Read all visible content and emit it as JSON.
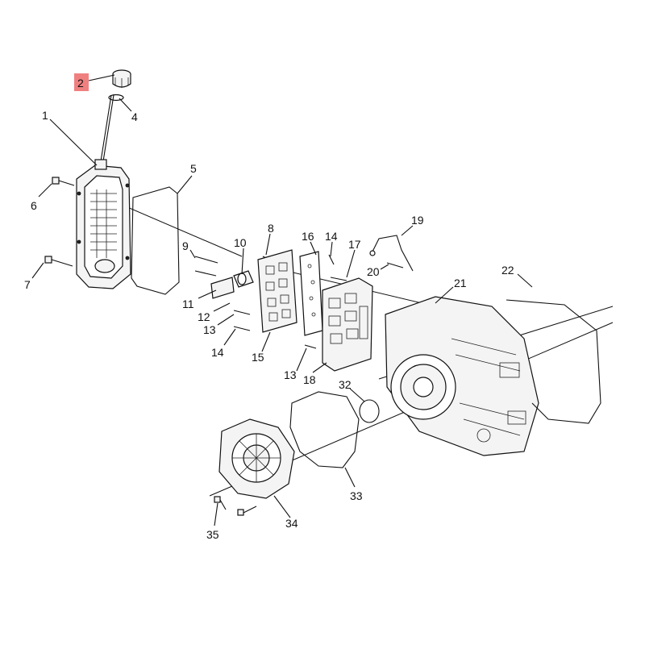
{
  "highlight_color": "#f08080",
  "callouts": [
    {
      "id": "c1",
      "label": "1"
    },
    {
      "id": "c2",
      "label": "2"
    },
    {
      "id": "c4",
      "label": "4"
    },
    {
      "id": "c5",
      "label": "5"
    },
    {
      "id": "c6",
      "label": "6"
    },
    {
      "id": "c7",
      "label": "7"
    },
    {
      "id": "c8",
      "label": "8"
    },
    {
      "id": "c9",
      "label": "9"
    },
    {
      "id": "c10",
      "label": "10"
    },
    {
      "id": "c11",
      "label": "11"
    },
    {
      "id": "c12",
      "label": "12"
    },
    {
      "id": "c13a",
      "label": "13"
    },
    {
      "id": "c13b",
      "label": "13"
    },
    {
      "id": "c14a",
      "label": "14"
    },
    {
      "id": "c14b",
      "label": "14"
    },
    {
      "id": "c15",
      "label": "15"
    },
    {
      "id": "c16",
      "label": "16"
    },
    {
      "id": "c17",
      "label": "17"
    },
    {
      "id": "c18",
      "label": "18"
    },
    {
      "id": "c19",
      "label": "19"
    },
    {
      "id": "c20",
      "label": "20"
    },
    {
      "id": "c21",
      "label": "21"
    },
    {
      "id": "c22",
      "label": "22"
    },
    {
      "id": "c32",
      "label": "32"
    },
    {
      "id": "c33",
      "label": "33"
    },
    {
      "id": "c34",
      "label": "34"
    },
    {
      "id": "c35",
      "label": "35"
    }
  ]
}
